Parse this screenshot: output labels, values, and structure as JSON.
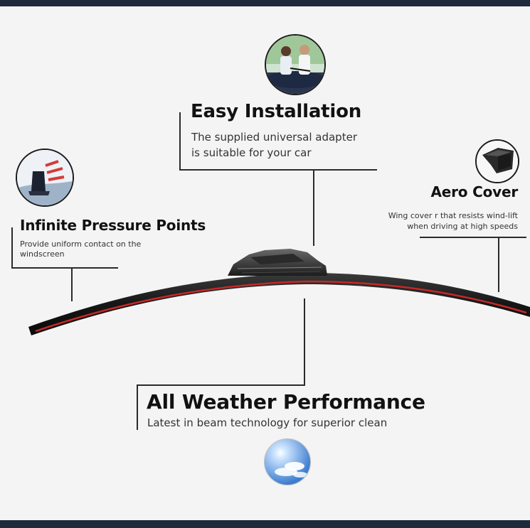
{
  "features": {
    "easy_installation": {
      "title": "Easy Installation",
      "desc_line1": "The supplied universal adapter",
      "desc_line2": "is suitable for your car",
      "image_icon": "people-installing-wiper-photo"
    },
    "infinite_pressure": {
      "title": "Infinite Pressure Points",
      "desc_line1": "Provide uniform contact on the",
      "desc_line2": "windscreen",
      "image_icon": "pressure-points-icon"
    },
    "aero_cover": {
      "title": "Aero Cover",
      "desc_line1": "Wing cover r that resists wind-lift",
      "desc_line2": "when driving at high speeds",
      "image_icon": "aero-cover-icon"
    },
    "all_weather": {
      "title": "All Weather Performance",
      "desc_line1": "Latest in beam technology for superior clean",
      "image_icon": "sky-clouds-icon"
    }
  },
  "colors": {
    "frame_bar": "#1f2a3a",
    "blade_black": "#1a1a1a",
    "blade_red": "#c62828",
    "sky_blue": "#4c8ed8"
  }
}
